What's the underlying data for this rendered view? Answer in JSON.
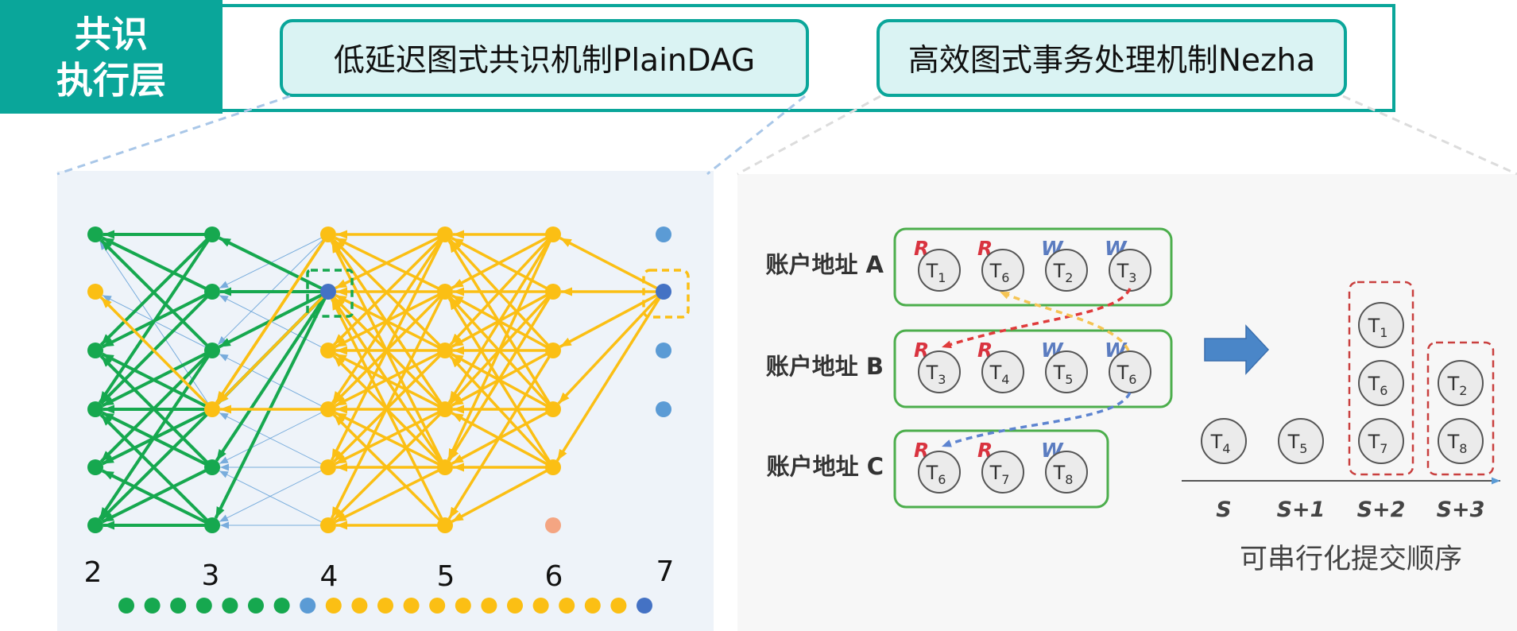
{
  "header": {
    "layer_line1": "共识",
    "layer_line2": "执行层",
    "consensus_mechanism": "低延迟图式共识机制PlainDAG",
    "execution_mechanism": "高效图式事务处理机制Nezha"
  },
  "dag": {
    "round_labels": [
      "2",
      "3",
      "4",
      "5",
      "6",
      "7"
    ],
    "colors": {
      "green": "#16a84f",
      "yellow": "#fbbf14",
      "blue": "#5b9bd5",
      "darkblue": "#4472c4",
      "salmon": "#f4a582",
      "thin": "#5b9bd5"
    }
  },
  "nezha": {
    "accounts": [
      {
        "label": "账户地址 A",
        "ops": [
          {
            "op": "R",
            "tx": "T",
            "sub": "1"
          },
          {
            "op": "R",
            "tx": "T",
            "sub": "6"
          },
          {
            "op": "W",
            "tx": "T",
            "sub": "2"
          },
          {
            "op": "W",
            "tx": "T",
            "sub": "3"
          }
        ]
      },
      {
        "label": "账户地址 B",
        "ops": [
          {
            "op": "R",
            "tx": "T",
            "sub": "3"
          },
          {
            "op": "R",
            "tx": "T",
            "sub": "4"
          },
          {
            "op": "W",
            "tx": "T",
            "sub": "5"
          },
          {
            "op": "W",
            "tx": "T",
            "sub": "6"
          }
        ]
      },
      {
        "label": "账户地址 C",
        "ops": [
          {
            "op": "R",
            "tx": "T",
            "sub": "6"
          },
          {
            "op": "R",
            "tx": "T",
            "sub": "7"
          },
          {
            "op": "W",
            "tx": "T",
            "sub": "8"
          }
        ]
      }
    ],
    "sequence": [
      {
        "slot": "S",
        "txs": [
          "4"
        ]
      },
      {
        "slot": "S+1",
        "txs": [
          "5"
        ]
      },
      {
        "slot": "S+2",
        "txs": [
          "1",
          "6",
          "7"
        ]
      },
      {
        "slot": "S+3",
        "txs": [
          "2",
          "8"
        ]
      }
    ],
    "order_caption": "可串行化提交顺序",
    "colors": {
      "read": "#d9333f",
      "write": "#5b7cc0",
      "account_border": "#4cae4c",
      "group_border": "#c9403f",
      "arrow_fill": "#4a86c8"
    }
  }
}
